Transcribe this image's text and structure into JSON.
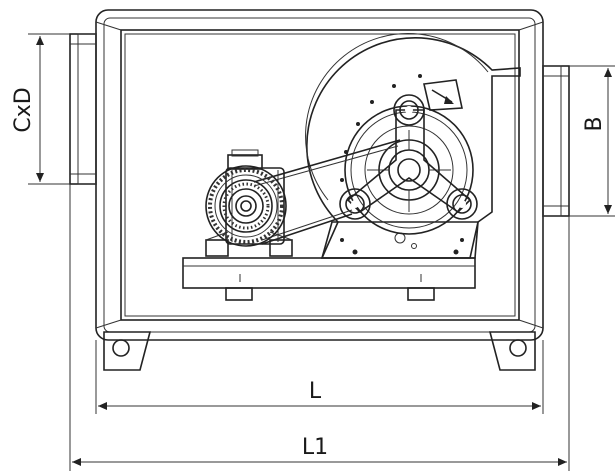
{
  "labels": {
    "CxD": "CxD",
    "B": "B",
    "L": "L",
    "L1": "L1"
  },
  "colors": {
    "line": "#222222",
    "frame_fill": "#f4f4f4",
    "fan_housing": "#dcdcdc",
    "pulley": "#ffffff",
    "dark_hub": "#333333"
  }
}
